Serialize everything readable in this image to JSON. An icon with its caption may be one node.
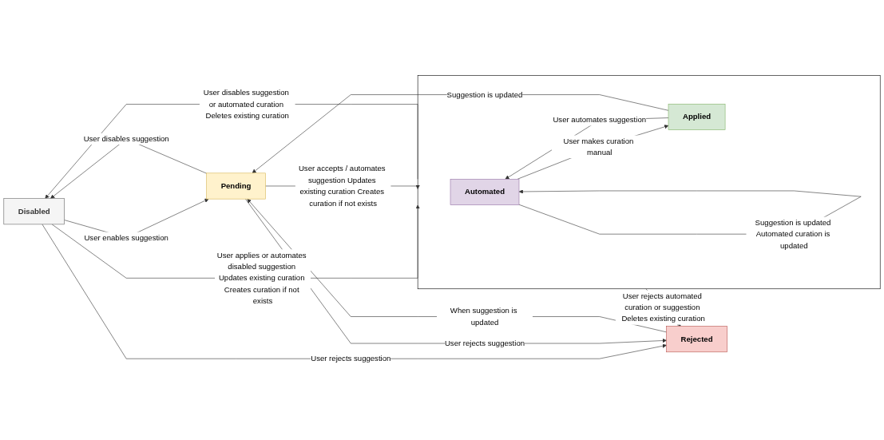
{
  "diagram": {
    "nodes": [
      {
        "text": [
          "Disabled"
        ]
      },
      {
        "text": [
          "Pending"
        ]
      },
      {
        "text": [
          "Rejected"
        ]
      },
      {
        "text": [],
        "shape": "box"
      },
      {
        "text": [
          "Automated"
        ],
        "in": 3
      },
      {
        "text": [
          "Applied"
        ],
        "in": 3
      }
    ],
    "edges": [
      {
        "from": 3,
        "to": 0,
        "arrow": "to",
        "label": "User disables suggestion or automated curation Deletes existing curation"
      },
      {
        "from": 0,
        "to": 3,
        "arrow": "to",
        "label": "User applies or automates disabled suggestion Updates existing curation Creates curation if not exists"
      },
      {
        "from": 4,
        "to": 4,
        "arrow": "to",
        "label": "Suggestion is updated Automated curation is updated"
      },
      {
        "from": 0,
        "to": 1,
        "arrow": "to",
        "label": "User enables suggestion"
      },
      {
        "from": 1,
        "to": 0,
        "arrow": "to",
        "label": "User disables suggestion"
      },
      {
        "from": 5,
        "to": 4,
        "arrow": "to",
        "label": "User automates suggestion"
      },
      {
        "from": 4,
        "to": 5,
        "arrow": "to",
        "label": "User makes curation manual"
      },
      {
        "from": 5,
        "to": 1,
        "arrow": "to",
        "label": "Suggestion is updated"
      },
      {
        "from": 1,
        "to": 3,
        "arrow": "to",
        "label": "User accepts / automates suggestion Updates existing curation Creates curation if not exists"
      },
      {
        "from": 0,
        "to": 2,
        "arrow": "to",
        "label": "User rejects suggestion"
      },
      {
        "from": 1,
        "to": 2,
        "arrow": "to",
        "label": "User rejects suggestion"
      },
      {
        "from": 2,
        "to": 1,
        "arrow": "to",
        "label": "When suggestion is updated"
      },
      {
        "from": 3,
        "to": 2,
        "arrow": "to",
        "label": "User rejects automated curation or suggestion Deletes existing curation"
      }
    ]
  }
}
